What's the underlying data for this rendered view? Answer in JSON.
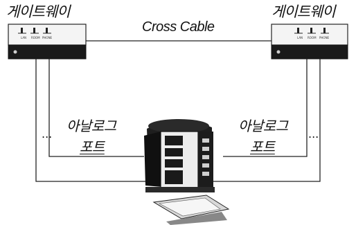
{
  "gateway_left": {
    "title": "게이트웨이",
    "port_labels": [
      "LAN",
      "ROOM",
      "PHONE"
    ]
  },
  "gateway_right": {
    "title": "게이트웨이",
    "port_labels": [
      "LAN",
      "ROOM",
      "PHONE"
    ]
  },
  "cable": {
    "label": "Cross Cable"
  },
  "analog_left": {
    "line1": "아날로그",
    "line2": "포트"
  },
  "analog_right": {
    "line1": "아날로그",
    "line2": "포트"
  },
  "ellipsis_left": "...",
  "ellipsis_right": "...",
  "colors": {
    "line": "#222222",
    "device": "#1a1a1a",
    "panel": "#f2f2f2"
  }
}
